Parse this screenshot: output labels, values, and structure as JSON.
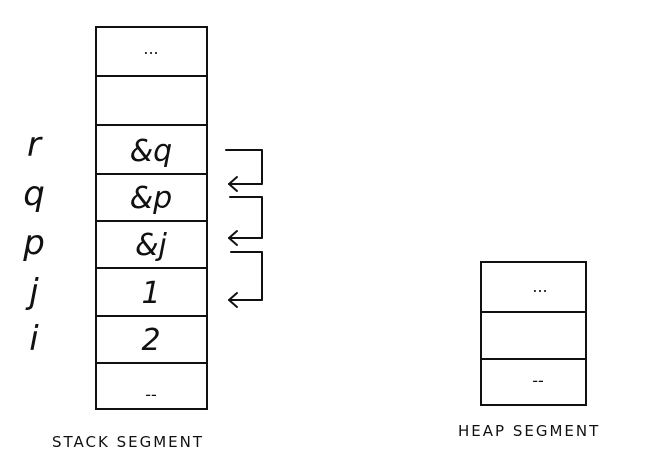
{
  "stack": {
    "caption": "STACK SEGMENT",
    "cells": [
      {
        "content": "..."
      },
      {
        "content": ""
      },
      {
        "content": "&q",
        "row_label": "r"
      },
      {
        "content": "&p",
        "row_label": "q"
      },
      {
        "content": "&j",
        "row_label": "p"
      },
      {
        "content": "1",
        "row_label": "j"
      },
      {
        "content": "2",
        "row_label": "i"
      },
      {
        "content": "--"
      }
    ],
    "pointer_arrows": [
      {
        "from_row": "r",
        "to_row": "q"
      },
      {
        "from_row": "q",
        "to_row": "p"
      },
      {
        "from_row": "p",
        "to_row": "j"
      }
    ]
  },
  "heap": {
    "caption": "HEAP SEGMENT",
    "cells": [
      {
        "content": "..."
      },
      {
        "content": ""
      },
      {
        "content": "--"
      }
    ]
  }
}
